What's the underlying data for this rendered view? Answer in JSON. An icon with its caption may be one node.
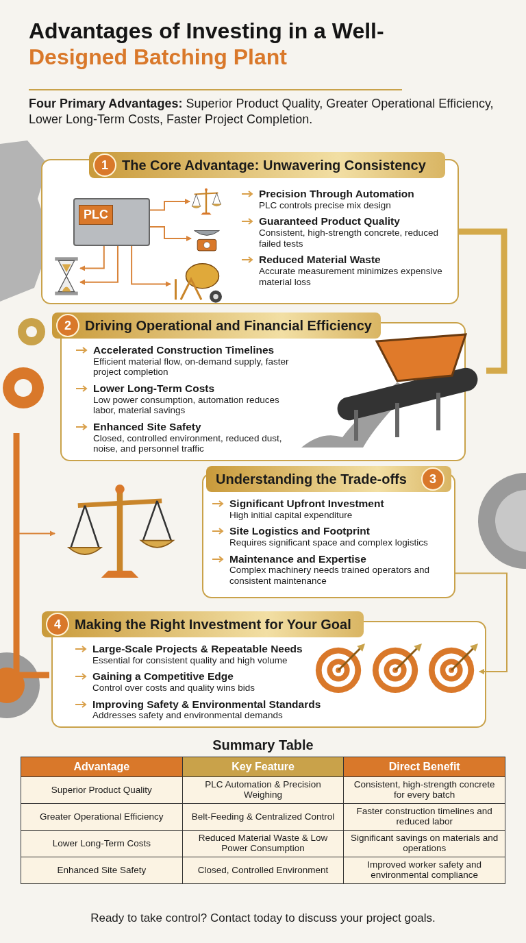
{
  "diagram": {
    "title": "Advantages of Investing in a Well-Designed Batching Plant",
    "nodes": [
      {
        "text": [
          "1",
          "The Core Advantage: Unwavering Consistency",
          "Precision Through Automation",
          "PLC controls precise mix design",
          "Guaranteed Product Quality",
          "Consistent, high-strength concrete, reduced failed tests",
          "Reduced Material Waste",
          "Accurate measurement minimizes expensive material loss"
        ]
      },
      {
        "text": [
          "PLC"
        ],
        "in": 0
      },
      {
        "text": [],
        "shape": "picture",
        "in": 0
      },
      {
        "text": [],
        "shape": "picture",
        "in": 0
      },
      {
        "text": [],
        "shape": "picture",
        "in": 0
      },
      {
        "text": [],
        "shape": "picture",
        "in": 0
      },
      {
        "text": [
          "2",
          "Driving Operational and Financial Efficiency",
          "Accelerated Construction Timelines",
          "Efficient material flow, on-demand supply, faster project completion",
          "Lower Long-Term Costs",
          "Low power consumption, automation reduces labor, material savings",
          "Enhanced Site Safety",
          "Closed, controlled environment, reduced dust, noise, and personnel traffic"
        ]
      },
      {
        "text": [],
        "shape": "picture"
      },
      {
        "text": [
          "3",
          "Understanding the Trade-offs",
          "Significant Upfront Investment",
          "High initial capital expenditure",
          "Site Logistics and Footprint",
          "Requires significant space and complex logistics",
          "Maintenance and Expertise",
          "Complex machinery needs trained operators and consistent maintenance"
        ]
      },
      {
        "text": [],
        "shape": "picture"
      },
      {
        "text": [
          "4",
          "Making the Right Investment for Your Goal",
          "Large-Scale Projects & Repeatable Needs",
          "Essential for consistent quality and high volume",
          "Gaining a Competitive Edge",
          "Control over costs and quality wins bids",
          "Improving Safety & Environmental Standards",
          "Addresses safety and environmental demands"
        ]
      },
      {
        "text": [],
        "shape": "picture",
        "in": 10
      },
      {
        "text": [],
        "shape": "picture",
        "in": 10
      },
      {
        "text": [],
        "shape": "picture",
        "in": 10
      }
    ],
    "edges": [
      {
        "from": 1,
        "to": 2,
        "arrow": "to"
      },
      {
        "from": 1,
        "to": 3,
        "arrow": "to"
      },
      {
        "from": 1,
        "to": 4,
        "arrow": "to"
      },
      {
        "from": 1,
        "to": 4,
        "arrow": "to"
      },
      {
        "from": 1,
        "to": 5,
        "arrow": "to"
      },
      {
        "from": 0,
        "to": 7,
        "arrow": "none",
        "style": "thick",
        "color": "#d4a94a"
      },
      {
        "from": null,
        "to": 9,
        "arrow": "to"
      },
      {
        "from": 8,
        "to": 13,
        "arrow": "to",
        "color": "#c9a24a"
      }
    ],
    "labels": [
      "**Four Primary Advantages:** Superior Product Quality, Greater Operational Efficiency, Lower Long-Term Costs, Faster Project Completion.",
      "Summary Table",
      "Advantage",
      "Key Feature",
      "Direct Benefit",
      "Superior Product Quality",
      "PLC Automation & Precision Weighing",
      "Consistent, high-strength concrete for every batch",
      "Greater Operational Efficiency",
      "Belt-Feeding & Centralized Control",
      "Faster construction timelines and reduced labor",
      "Lower Long-Term Costs",
      "Reduced Material Waste & Low Power Consumption",
      "Significant savings on materials and operations",
      "Enhanced Site Safety",
      "Closed, Controlled Environment",
      "Improved worker safety and environmental compliance",
      "Ready to take control? Contact today to discuss your project goals."
    ]
  }
}
